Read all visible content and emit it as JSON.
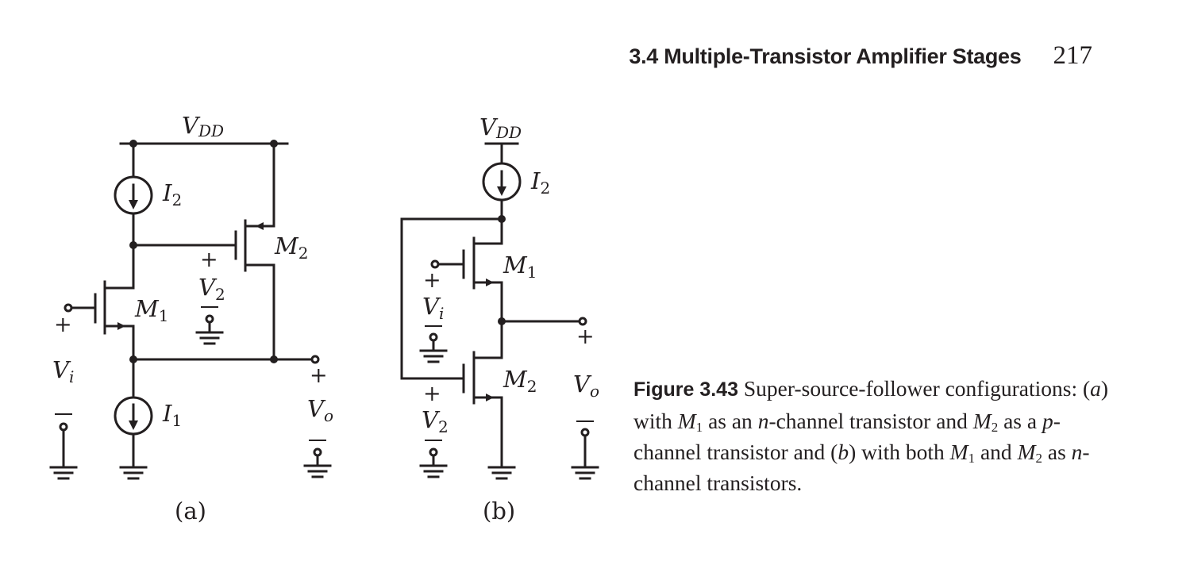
{
  "header": {
    "section_title": "3.4 Multiple-Transistor Amplifier Stages",
    "page_number": "217"
  },
  "figure": {
    "circuit_a": {
      "supply": "V",
      "supply_sub": "DD",
      "current_top": "I",
      "current_top_sub": "2",
      "current_bottom": "I",
      "current_bottom_sub": "1",
      "transistor_1": "M",
      "transistor_1_sub": "1",
      "transistor_2": "M",
      "transistor_2_sub": "2",
      "input": "V",
      "input_sub": "i",
      "bias": "V",
      "bias_sub": "2",
      "output": "V",
      "output_sub": "o",
      "plus": "+",
      "minus": "−",
      "panel_label": "(a)"
    },
    "circuit_b": {
      "supply": "V",
      "supply_sub": "DD",
      "current_top": "I",
      "current_top_sub": "2",
      "transistor_1": "M",
      "transistor_1_sub": "1",
      "transistor_2": "M",
      "transistor_2_sub": "2",
      "input": "V",
      "input_sub": "i",
      "bias": "V",
      "bias_sub": "2",
      "output": "V",
      "output_sub": "o",
      "plus": "+",
      "minus": "−",
      "panel_label": "(b)"
    }
  },
  "caption": {
    "figure_label": "Figure 3.43",
    "text_1": "Super-source-follower configurations: (",
    "a": "a",
    "text_2": ") with ",
    "m": "M",
    "one": "1",
    "text_3": " as an ",
    "n": "n",
    "text_4": "-channel transistor and ",
    "two": "2",
    "text_5": " as a ",
    "p": "p",
    "text_6": "-channel transistor and (",
    "b": "b",
    "text_7": ") with both ",
    "text_8": " and ",
    "text_9": " as ",
    "text_10": "-channel transistors."
  }
}
